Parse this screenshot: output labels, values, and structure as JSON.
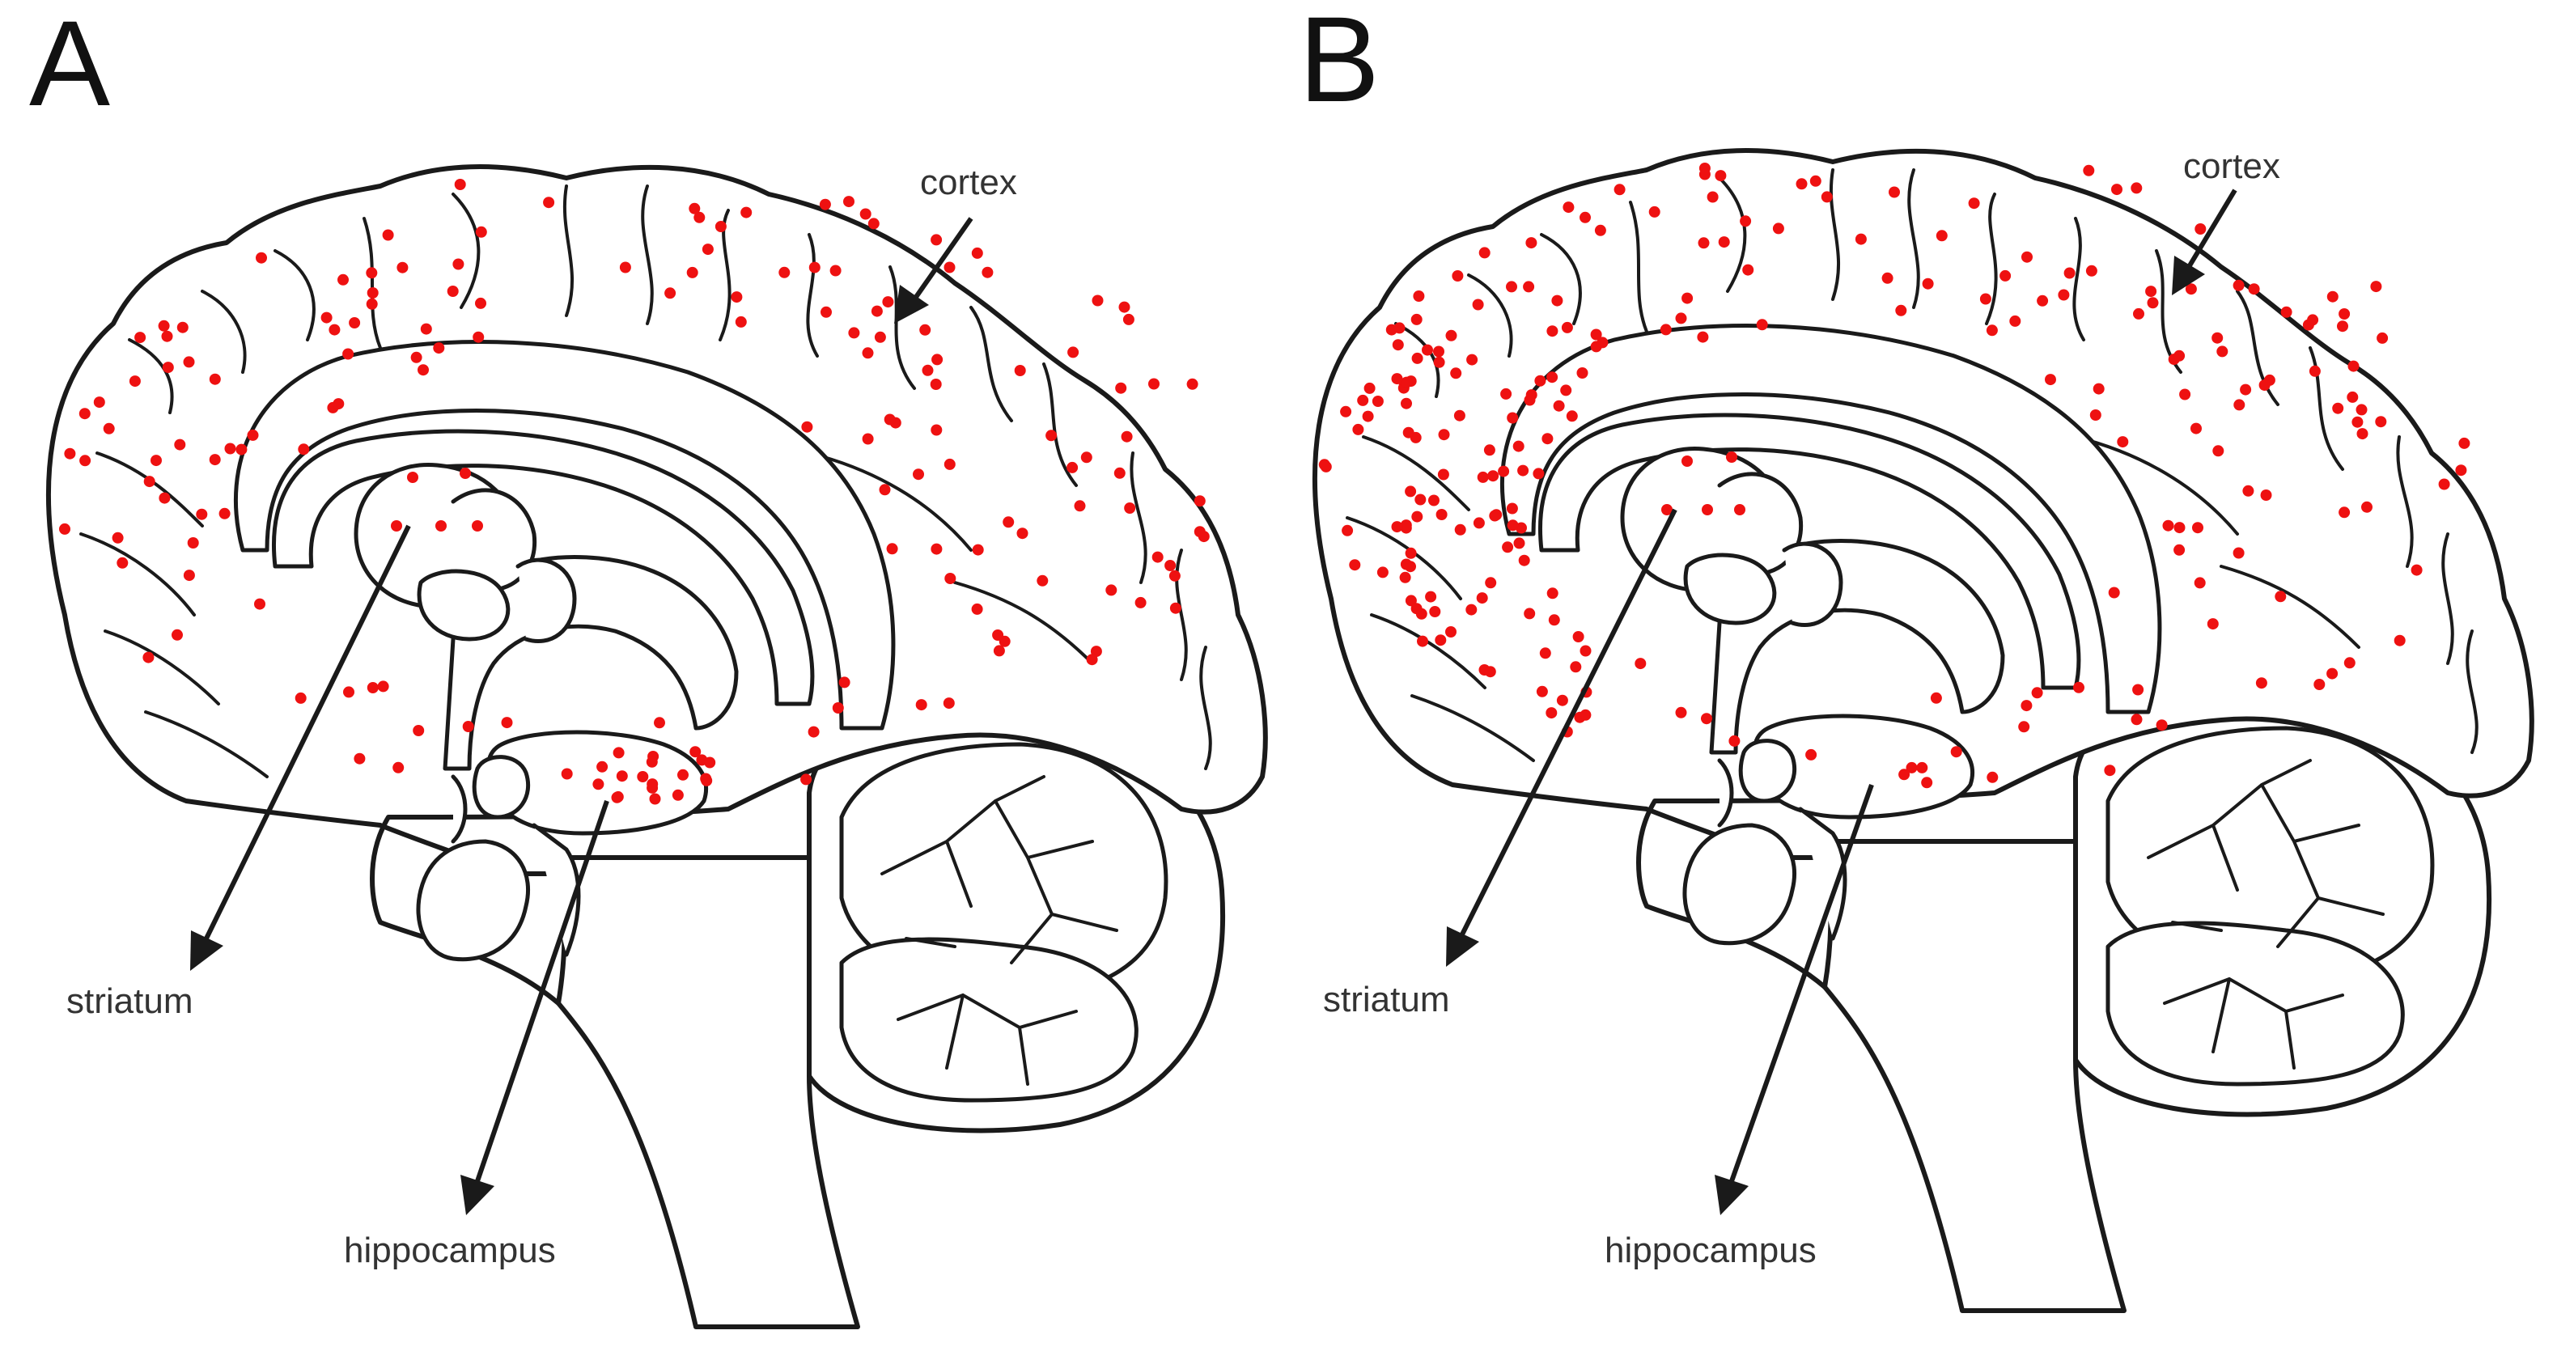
{
  "panels": [
    {
      "letter": "A",
      "labels": {
        "cortex": "cortex",
        "striatum": "striatum",
        "hippocampus": "hippocampus"
      }
    },
    {
      "letter": "B",
      "labels": {
        "cortex": "cortex",
        "striatum": "striatum",
        "hippocampus": "hippocampus"
      }
    }
  ],
  "colors": {
    "outline": "#1a1a1a",
    "dot": "#ee1111",
    "label": "#333333"
  }
}
